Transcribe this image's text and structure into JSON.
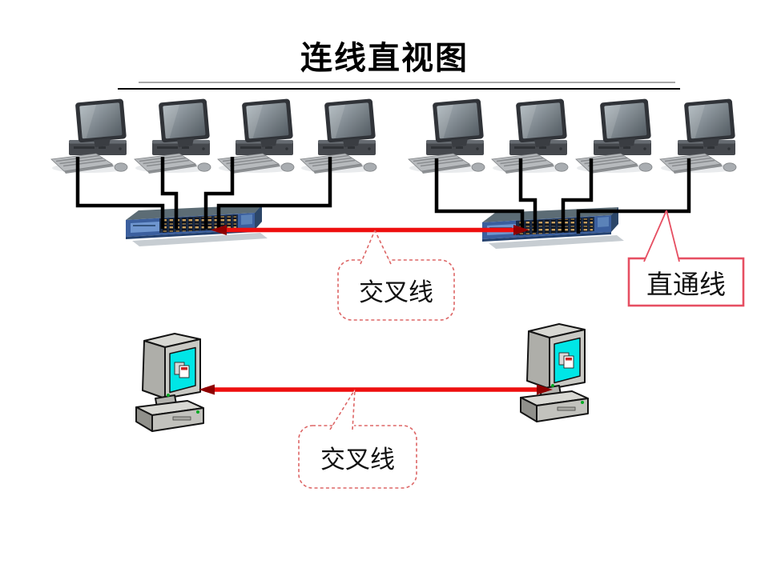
{
  "slide": {
    "title": "连线直视图",
    "callouts": {
      "crossover_top": "交叉线",
      "straight_through": "直通线",
      "crossover_bottom": "交叉线"
    },
    "devices": {
      "top_workstations_count": 8,
      "switches_count": 2,
      "bottom_pcs_count": 2
    },
    "colors": {
      "straight_cable_black": "#000000",
      "crossover_cable_red": "#ee0f0f",
      "arrowhead_dark_red": "#8f0000",
      "dashed_callout_border": "#dd6666",
      "solid_callout_border": "#e64f62",
      "switch_front_blue": "#3b5f9e",
      "switch_top_slate": "#5c6c75",
      "pc_screen_cyan": "#00e6e6"
    }
  }
}
